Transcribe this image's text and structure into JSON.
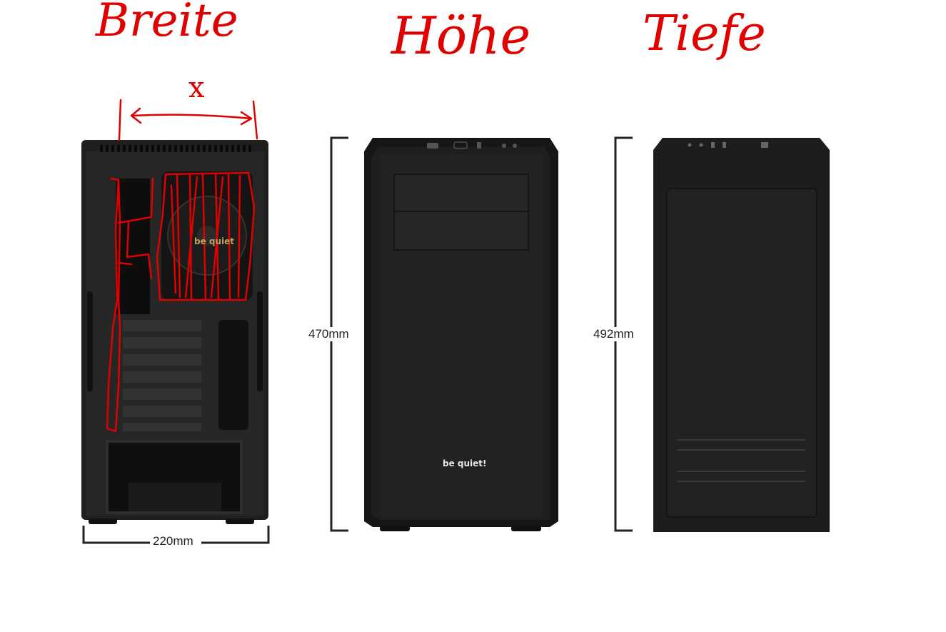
{
  "annotations": {
    "width_word": "Breite",
    "height_word": "Höhe",
    "depth_word": "Tiefe",
    "unknown_symbol": "x"
  },
  "dimensions": {
    "width": "220mm",
    "height": "470mm",
    "depth": "492mm"
  },
  "brand_text": "be quiet!",
  "colors": {
    "annotation": "#e00000",
    "case_body": "#1b1b1b",
    "dimension_line": "#222222"
  }
}
